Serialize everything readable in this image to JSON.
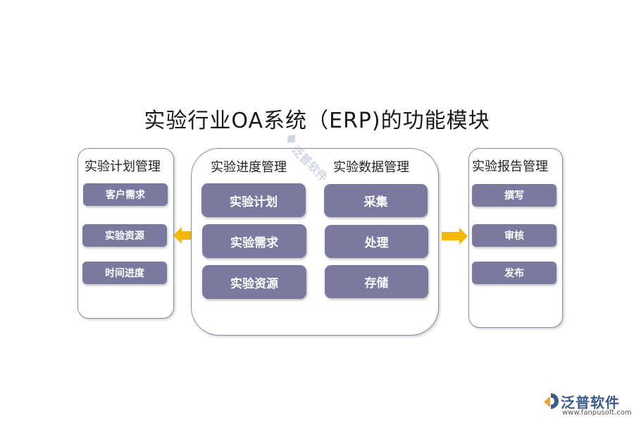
{
  "title": "实验行业OA系统（ERP)的功能模块",
  "panels": {
    "plan": {
      "title": "实验计划管理",
      "items": [
        "客户需求",
        "实验资源",
        "时间进度"
      ]
    },
    "progress": {
      "title": "实验进度管理",
      "items": [
        "实验计划",
        "实验需求",
        "实验资源"
      ]
    },
    "data": {
      "title": "实验数据管理",
      "items": [
        "采集",
        "处理",
        "存储"
      ]
    },
    "report": {
      "title": "实验报告管理",
      "items": [
        "撰写",
        "审核",
        "发布"
      ]
    }
  },
  "arrows": [
    {
      "direction": "left",
      "color": "#f5b800"
    },
    {
      "direction": "right",
      "color": "#f5b800"
    }
  ],
  "watermark": {
    "text": "泛普软件"
  },
  "logo": {
    "name": "泛普软件",
    "url": "www.fanpusoft.com",
    "icon": "fanpu-logo-icon"
  },
  "colors": {
    "pill": "#7a79a0",
    "border": "#8a8aa6",
    "arrow": "#f5b800",
    "logo": "#3d5a8c"
  }
}
